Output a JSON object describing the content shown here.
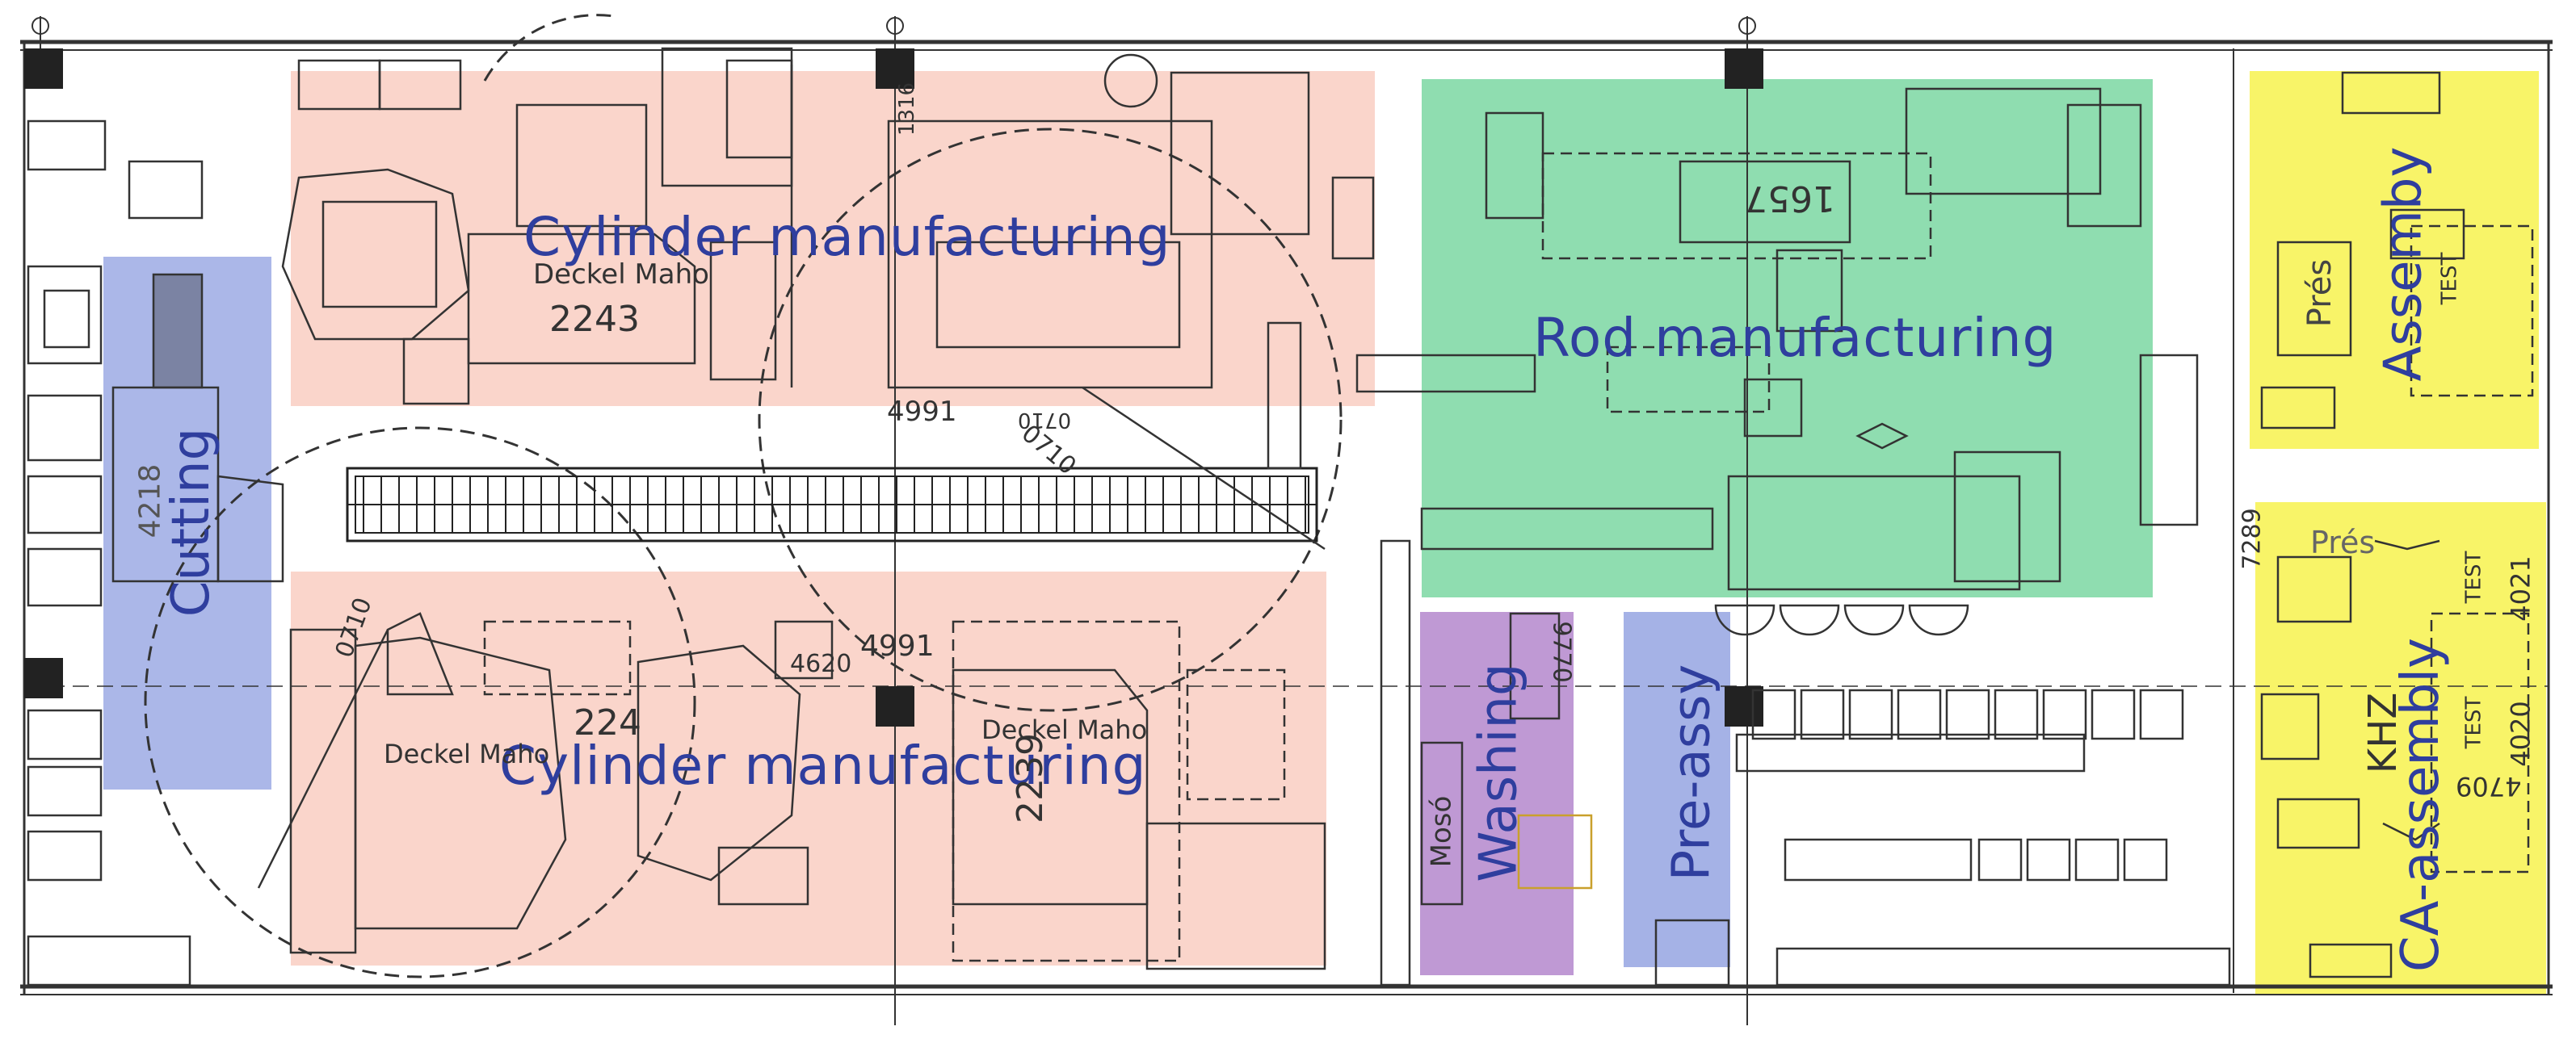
{
  "colors": {
    "cylinder_zone": "#f8c9bc",
    "rod_zone": "#6fd39a",
    "cutting_zone": "#8f9fe0",
    "washing_zone": "#b487cc",
    "preassy_zone": "#8f9fe0",
    "assembly_zone": "#f7f24d",
    "label": "#2f3e9e",
    "lines": "#333333"
  },
  "zones": {
    "cylinder_top": "Cylinder  manufacturing",
    "cylinder_bottom": "Cylinder  manufacturing",
    "rod": "Rod  manufacturing",
    "cutting": "Cutting",
    "washing": "Washing",
    "preassy": "Pre-assy",
    "assembly_top": "Assemby",
    "assembly_bottom": "CA-assembly"
  },
  "machines": {
    "deckel_top_name": "Deckel Maho",
    "deckel_top_no": "2243",
    "deckel_bl_name": "Deckel Maho",
    "deckel_bl_no": "224",
    "deckel_br_name": "Deckel Maho",
    "deckel_br_no": "2239",
    "no_4991_top": "4991",
    "no_4991_mid": "4991",
    "no_4620": "4620",
    "no_0710_a": "0710",
    "no_0710_b": "0710",
    "no_0710_c": "0710",
    "no_1657": "1657",
    "no_4218": "4218",
    "no_9770": "9770",
    "moso": "Mosó",
    "pres_top": "Prés",
    "pres_bottom": "Prés",
    "test_1": "TEST",
    "test_2": "TEST",
    "test_3": "TEST",
    "no_4021": "4021",
    "no_4020": "4020",
    "no_4709": "4709",
    "no_7289": "7289",
    "khz": "KHZ",
    "no_1316": "1316"
  }
}
